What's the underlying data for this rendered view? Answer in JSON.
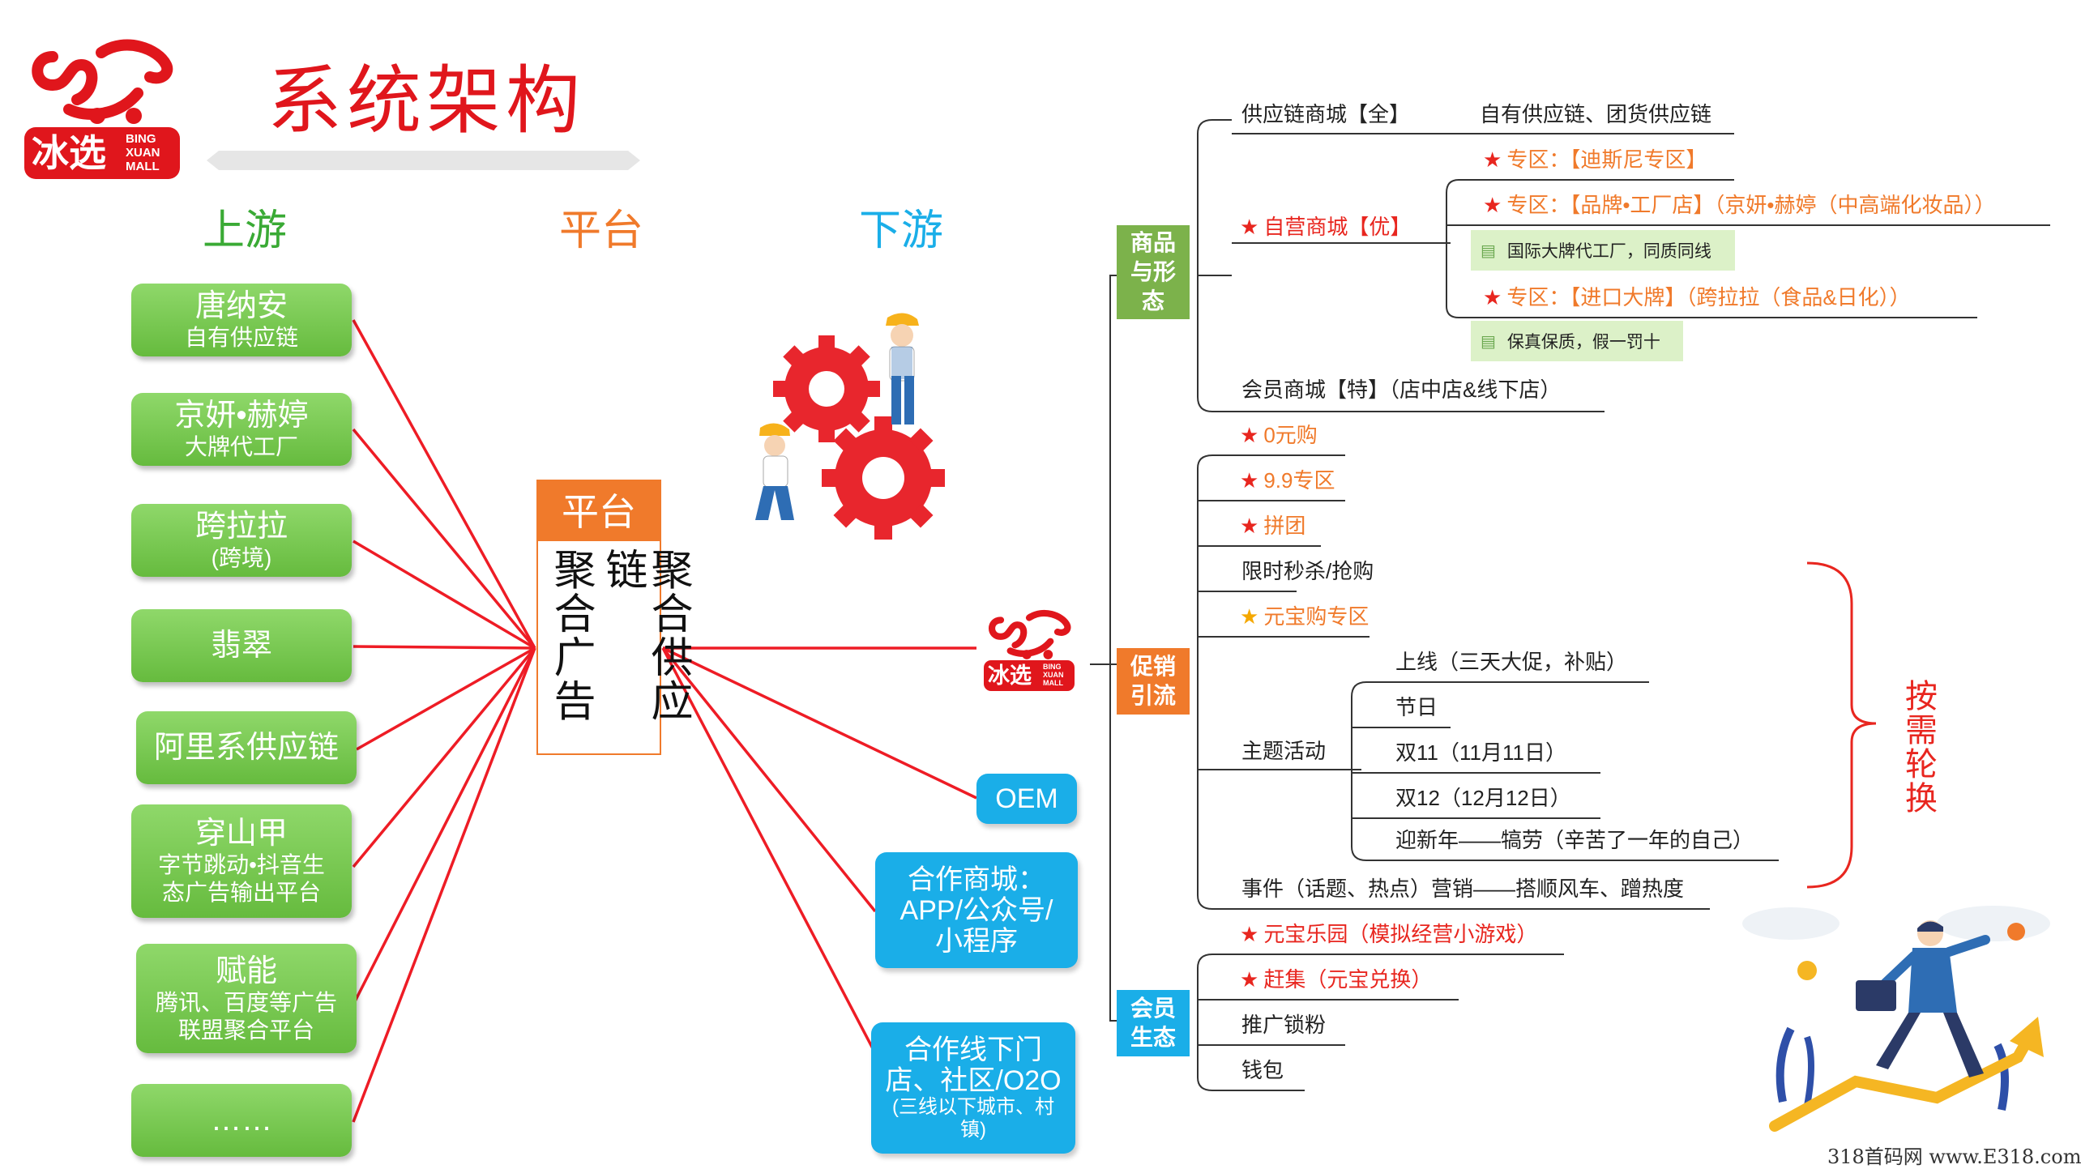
{
  "title": "系统架构",
  "brand": {
    "logo_cn": "冰选",
    "logo_en_1": "BING",
    "logo_en_2": "XUAN",
    "logo_en_3": "MALL",
    "red": "#e0161c"
  },
  "columns": {
    "upstream": "上游",
    "platform": "平台",
    "downstream": "下游"
  },
  "colors": {
    "upstream_green": "#6cc043",
    "platform_orange": "#f07a2b",
    "downstream_blue": "#1aaee8",
    "title_red": "#e0161c",
    "highlight_red": "#e8261f"
  },
  "upstream": [
    {
      "name": "唐纳安",
      "desc": "自有供应链"
    },
    {
      "name": "京妍•赫婷",
      "desc": "大牌代工厂"
    },
    {
      "name": "跨拉拉",
      "desc": "(跨境)"
    },
    {
      "name": "翡翠",
      "desc": ""
    },
    {
      "name": "阿里系供应链",
      "desc": ""
    },
    {
      "name": "穿山甲",
      "desc": "字节跳动•抖音生态广告输出平台"
    },
    {
      "name": "赋能",
      "desc": "腾讯、百度等广告联盟聚合平台"
    },
    {
      "name": "……",
      "desc": ""
    }
  ],
  "platform": {
    "header": "平台",
    "col1": "聚合供应链",
    "col2": "聚合广告"
  },
  "downstream": [
    {
      "main": "OEM",
      "sub": ""
    },
    {
      "main": "合作商城：APP/公众号/小程序",
      "sub": ""
    },
    {
      "main": "合作线下门店、社区/O2O",
      "sub": "(三线以下城市、村镇)"
    }
  ],
  "tree": {
    "goods": {
      "label": "商品与形态",
      "supply_mall": "供应链商城【全】",
      "supply_mall_note": "自有供应链、团货供应链",
      "self_mall": "自营商城【优】",
      "zone1": "专区：【迪斯尼专区】",
      "zone2": "专区：【品牌•工厂店】（京妍•赫婷（中高端化妆品））",
      "zone2_note": "国际大牌代工厂，同质同线",
      "zone3": "专区：【进口大牌】（跨拉拉（食品&日化））",
      "zone3_note": "保真保质，假一罚十",
      "member_mall": "会员商城【特】（店中店&线下店）"
    },
    "promo": {
      "label": "促销引流",
      "items": [
        "0元购",
        "9.9专区",
        "拼团",
        "限时秒杀/抢购",
        "元宝购专区"
      ],
      "theme": "主题活动",
      "theme_items": [
        "上线（三天大促，补贴）",
        "节日",
        "双11（11月11日）",
        "双12（12月12日）",
        "迎新年——犒劳（辛苦了一年的自己）"
      ],
      "event": "事件（话题、热点）营销——搭顺风车、蹭热度",
      "rotate": "按需轮换"
    },
    "member": {
      "label": "会员生态",
      "items": [
        "元宝乐园（模拟经营小游戏）",
        "赶集（元宝兑换）",
        "推广锁粉",
        "钱包"
      ]
    }
  },
  "watermark": "318首码网 www.E318.com"
}
